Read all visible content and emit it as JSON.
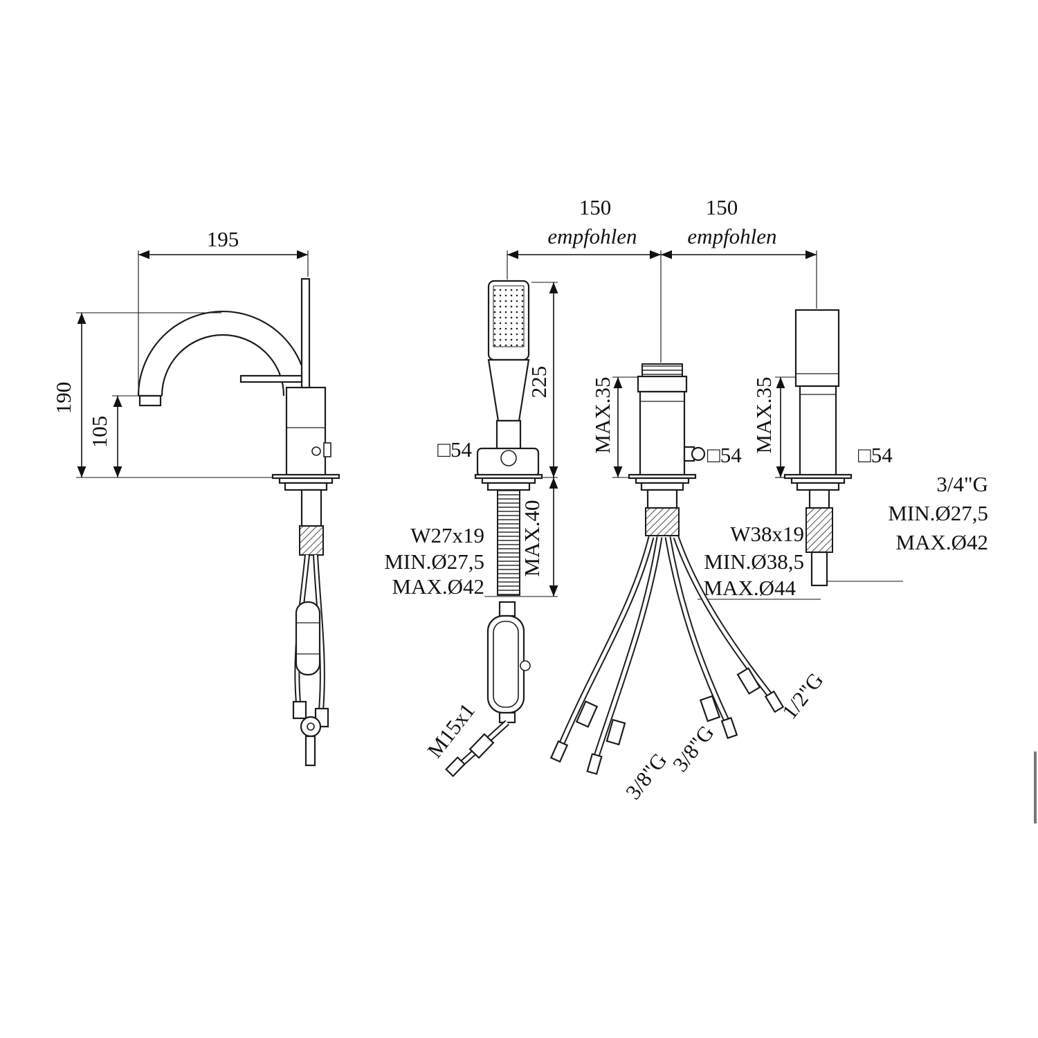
{
  "page": {
    "background": "#ffffff",
    "line_color": "#1c1c1c"
  },
  "top_dimensions": {
    "spout_reach": "195",
    "left_spacing": "150",
    "left_spacing_note": "empfohlen",
    "right_spacing": "150",
    "right_spacing_note": "empfohlen"
  },
  "spout": {
    "height": "190",
    "outlet_height": "105"
  },
  "handshower": {
    "height_above_deck": "225",
    "hole_square": "□54",
    "max_deck_thickness": "MAX.40",
    "thread": "W27x19",
    "min_hole": "MIN.Ø27,5",
    "max_hole": "MAX.Ø42",
    "hose_thread": "M15x1"
  },
  "diverter": {
    "max_height": "MAX.35",
    "hole_square": "□54",
    "thread": "W38x19",
    "min_hole": "MIN.Ø38,5",
    "max_hole": "MAX.Ø44",
    "hose_left": "3/8\"G",
    "hose_right": "3/8\"G",
    "hose_outlet": "1/2\"G"
  },
  "mixer": {
    "max_height": "MAX.35",
    "hole_square": "□54",
    "thread": "3/4\"G",
    "min_hole": "MIN.Ø27,5",
    "max_hole": "MAX.Ø42"
  }
}
